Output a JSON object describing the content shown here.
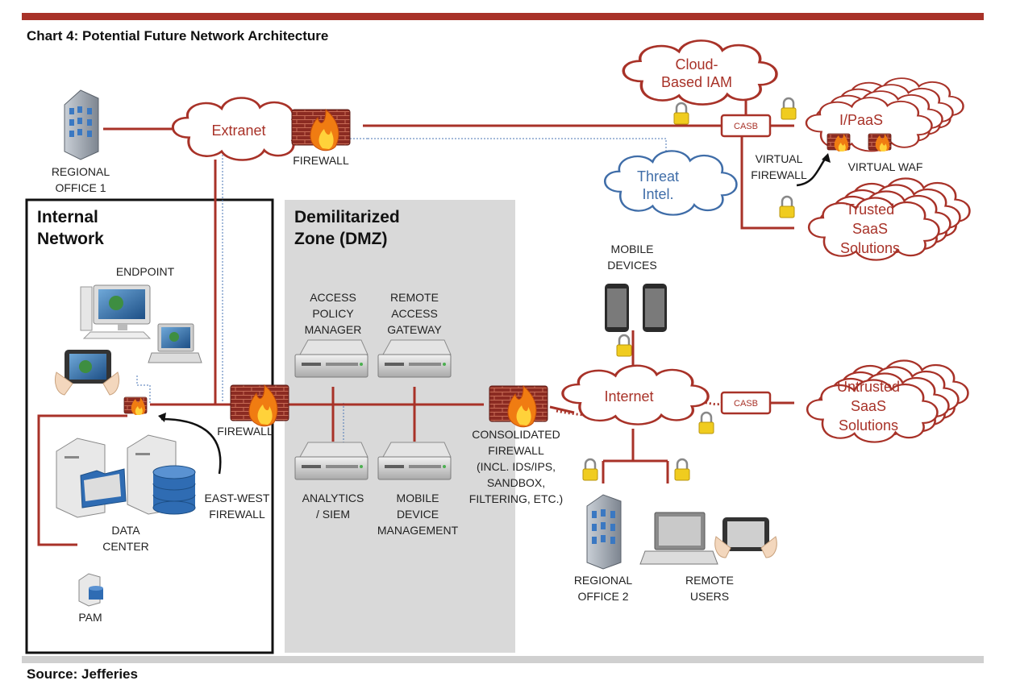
{
  "title": "Chart 4: Potential Future Network Architecture",
  "source": "Source: Jefferies",
  "colors": {
    "accent": "#a83228",
    "cloud_text": "#a83228",
    "threat_stroke": "#3f6da8",
    "threat_text": "#3f6da8",
    "dmz_fill": "#d9d9d9",
    "lock": "#e8c21a"
  },
  "zones": {
    "internal": [
      "Internal",
      "Network"
    ],
    "dmz": [
      "Demilitarized",
      "Zone (DMZ)"
    ]
  },
  "clouds": {
    "extranet": [
      "Extranet"
    ],
    "cloud_iam": [
      "Cloud-",
      "Based IAM"
    ],
    "threat_intel": [
      "Threat",
      "Intel."
    ],
    "ipaas": [
      "I/PaaS"
    ],
    "trusted_saas": [
      "Trusted",
      "SaaS",
      "Solutions"
    ],
    "internet": [
      "Internet"
    ],
    "untrusted_saas": [
      "Untrusted",
      "SaaS",
      "Solutions"
    ]
  },
  "labels": {
    "regional_office_1": [
      "REGIONAL",
      "OFFICE 1"
    ],
    "firewall_top": [
      "FIREWALL"
    ],
    "casb": "CASB",
    "virtual_firewall": [
      "VIRTUAL",
      "FIREWALL"
    ],
    "virtual_waf": [
      "VIRTUAL WAF"
    ],
    "mobile_devices": [
      "MOBILE",
      "DEVICES"
    ],
    "endpoint": [
      "ENDPOINT"
    ],
    "access_policy_manager": [
      "ACCESS",
      "POLICY",
      "MANAGER"
    ],
    "remote_access_gateway": [
      "REMOTE",
      "ACCESS",
      "GATEWAY"
    ],
    "firewall_mid": [
      "FIREWALL"
    ],
    "analytics_siem": [
      "ANALYTICS",
      "/ SIEM"
    ],
    "mobile_device_management": [
      "MOBILE",
      "DEVICE",
      "MANAGEMENT"
    ],
    "consolidated_firewall": [
      "CONSOLIDATED",
      "FIREWALL",
      "(INCL. IDS/IPS,",
      "SANDBOX,",
      "FILTERING, ETC.)"
    ],
    "east_west_firewall": [
      "EAST-WEST",
      "FIREWALL"
    ],
    "data_center": [
      "DATA",
      "CENTER"
    ],
    "pam": [
      "PAM"
    ],
    "regional_office_2": [
      "REGIONAL",
      "OFFICE 2"
    ],
    "remote_users": [
      "REMOTE",
      "USERS"
    ]
  },
  "icons": [
    "building-icon",
    "firewall-icon",
    "cloud-icon",
    "lock-icon",
    "server-icon",
    "monitor-icon",
    "laptop-icon",
    "tablet-icon",
    "phone-icon",
    "database-icon",
    "folder-icon"
  ]
}
